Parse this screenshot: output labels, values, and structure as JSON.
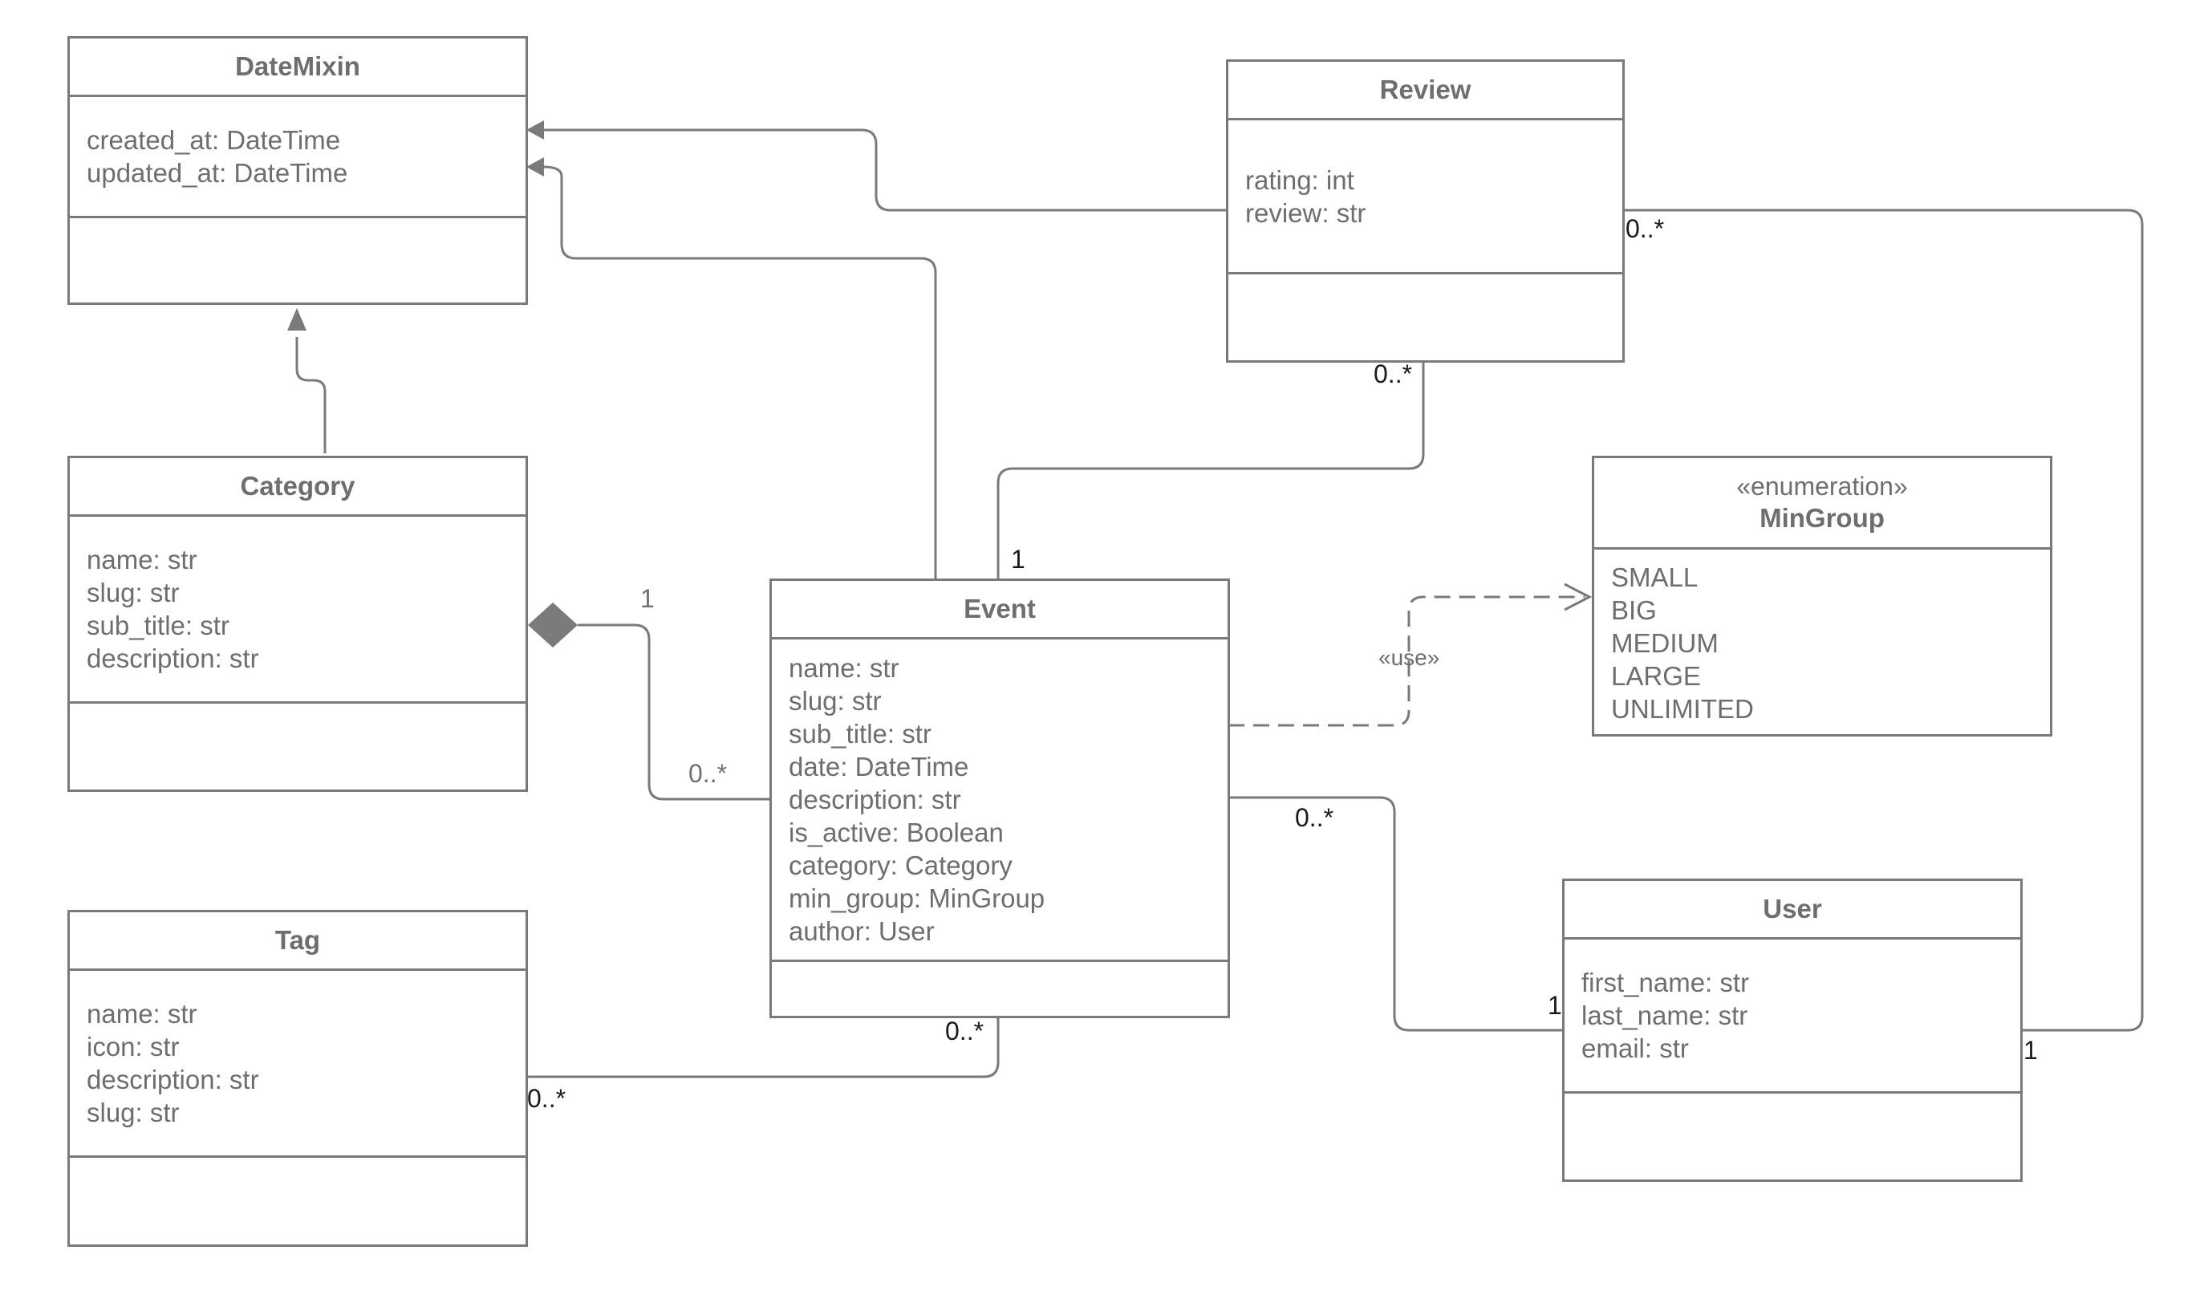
{
  "classes": {
    "datemixin": {
      "name": "DateMixin",
      "attributes": [
        "created_at: DateTime",
        "updated_at: DateTime"
      ]
    },
    "review": {
      "name": "Review",
      "attributes": [
        "rating: int",
        "review: str"
      ]
    },
    "category": {
      "name": "Category",
      "attributes": [
        "name: str",
        "slug: str",
        "sub_title: str",
        "description: str"
      ]
    },
    "event": {
      "name": "Event",
      "attributes": [
        "name: str",
        "slug: str",
        "sub_title: str",
        "date: DateTime",
        "description: str",
        "is_active: Boolean",
        "category: Category",
        "min_group: MinGroup",
        "author: User"
      ]
    },
    "mingroup": {
      "stereotype": "«enumeration»",
      "name": "MinGroup",
      "attributes": [
        "SMALL",
        "BIG",
        "MEDIUM",
        "LARGE",
        "UNLIMITED"
      ]
    },
    "tag": {
      "name": "Tag",
      "attributes": [
        "name: str",
        "icon: str",
        "description: str",
        "slug: str"
      ]
    },
    "user": {
      "name": "User",
      "attributes": [
        "first_name: str",
        "last_name: str",
        "email: str"
      ]
    }
  },
  "labels": {
    "review_user_review_end": "0..*",
    "review_event_review_end": "0..*",
    "review_event_event_end": "1",
    "category_event_category_end": "1",
    "category_event_event_end": "0..*",
    "event_mingroup_use": "«use»",
    "event_user_event_end": "0..*",
    "event_user_user_end": "1",
    "review_user_user_end": "1",
    "event_tag_event_end": "0..*",
    "event_tag_tag_end": "0..*"
  },
  "colors": {
    "line": "#7a7a7a",
    "text": "#6e6e6e",
    "multiplicity": "#1a1a1a"
  }
}
